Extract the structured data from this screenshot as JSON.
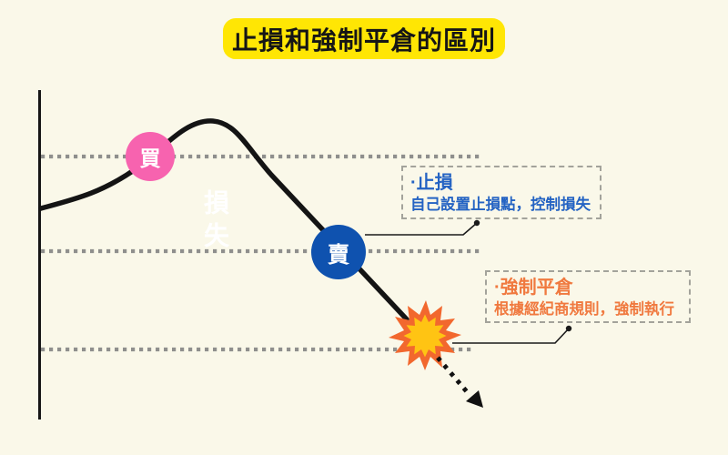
{
  "title": "止損和強制平倉的區別",
  "markers": {
    "buy_label": "買",
    "sell_label": "賣"
  },
  "watermark": "損失",
  "annotations": {
    "stop_loss": {
      "heading": "·止損",
      "desc": "自己設置止損點，控制損失"
    },
    "forced_liquidation": {
      "heading": "·強制平倉",
      "desc": "根據經紀商規則，強制執行"
    }
  },
  "icons": {
    "explosion": "explosion-burst-icon",
    "arrow": "down-right-dotted-arrow-icon"
  },
  "colors": {
    "background": "#FAF8E9",
    "title_highlight": "#FFE604",
    "buy_pink": "#F763AF",
    "sell_blue": "#0F52AF",
    "stop_loss_text": "#2463C3",
    "forced_liquidation_text": "#F0793F",
    "explosion_orange": "#F2682E",
    "explosion_yellow": "#FFC413",
    "level_line_gray": "#8F8F8D",
    "curve_black": "#141414"
  }
}
